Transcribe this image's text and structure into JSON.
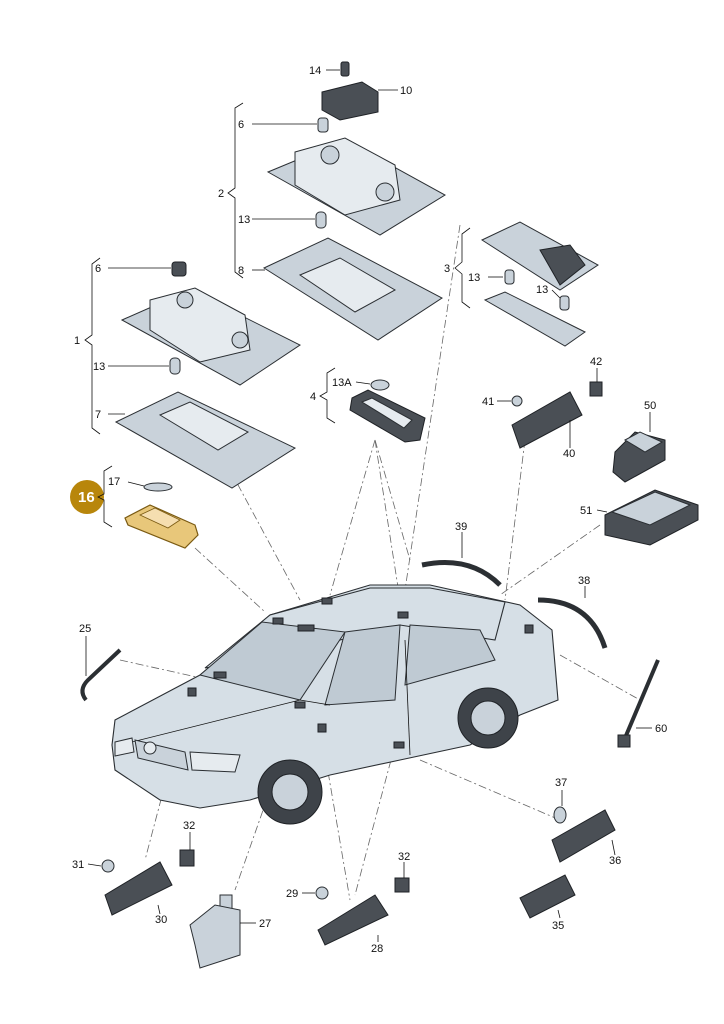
{
  "labels": {
    "l14": "14",
    "l10": "10",
    "l6a": "6",
    "l2": "2",
    "l13a": "13",
    "l8": "8",
    "l3": "3",
    "l13b": "13",
    "l13c": "13",
    "l6b": "6",
    "l1": "1",
    "l13d": "13",
    "l7": "7",
    "l13A": "13A",
    "l4": "4",
    "l42": "42",
    "l41": "41",
    "l40": "40",
    "l50": "50",
    "l17": "17",
    "l16": "16",
    "l51": "51",
    "l39": "39",
    "l38": "38",
    "l25": "25",
    "l60": "60",
    "l37": "37",
    "l36": "36",
    "l32a": "32",
    "l31": "31",
    "l30": "30",
    "l32b": "32",
    "l29": "29",
    "l27": "27",
    "l28": "28",
    "l35": "35"
  },
  "colors": {
    "highlight_badge": "#b8860b",
    "highlight_part": "#e8c77a"
  }
}
